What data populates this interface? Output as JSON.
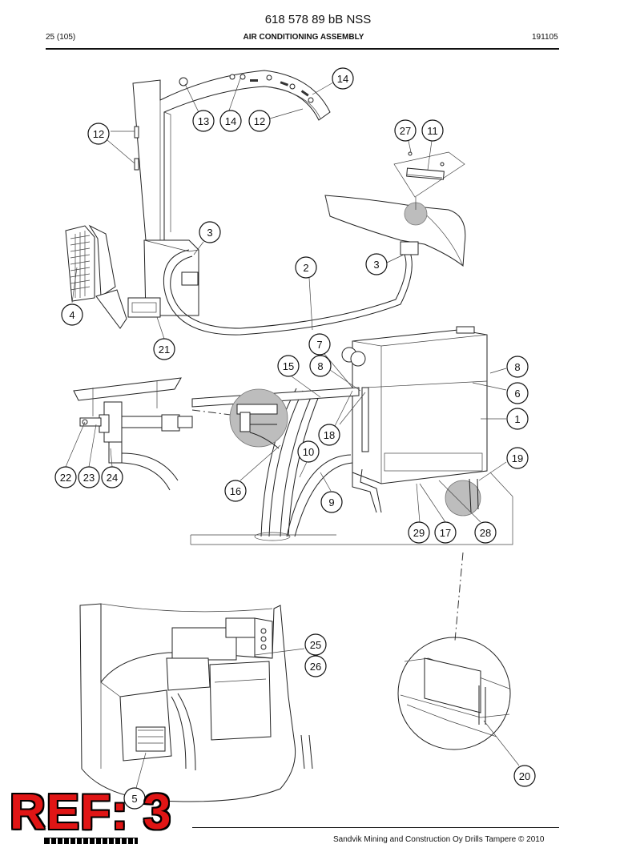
{
  "header": {
    "doc_id": "618 578 89 bB NSS",
    "page": "25 (105)",
    "title": "AIR CONDITIONING ASSEMBLY",
    "date_code": "191105"
  },
  "footer": {
    "text": "Sandvik Mining and Construction Oy Drills Tampere © 2010"
  },
  "stamp": {
    "text": "REF: 3",
    "color": "#e01515"
  },
  "callouts": [
    {
      "id": "c14a",
      "label": "14"
    },
    {
      "id": "c13",
      "label": "13"
    },
    {
      "id": "c14b",
      "label": "14"
    },
    {
      "id": "c12a",
      "label": "12"
    },
    {
      "id": "c12b",
      "label": "12"
    },
    {
      "id": "c27",
      "label": "27"
    },
    {
      "id": "c11",
      "label": "11"
    },
    {
      "id": "c3a",
      "label": "3"
    },
    {
      "id": "c3b",
      "label": "3"
    },
    {
      "id": "c2",
      "label": "2"
    },
    {
      "id": "c4",
      "label": "4"
    },
    {
      "id": "c21",
      "label": "21"
    },
    {
      "id": "c7",
      "label": "7"
    },
    {
      "id": "c15",
      "label": "15"
    },
    {
      "id": "c8a",
      "label": "8"
    },
    {
      "id": "c8b",
      "label": "8"
    },
    {
      "id": "c6",
      "label": "6"
    },
    {
      "id": "c1",
      "label": "1"
    },
    {
      "id": "c18",
      "label": "18"
    },
    {
      "id": "c10",
      "label": "10"
    },
    {
      "id": "c19",
      "label": "19"
    },
    {
      "id": "c22",
      "label": "22"
    },
    {
      "id": "c23",
      "label": "23"
    },
    {
      "id": "c24",
      "label": "24"
    },
    {
      "id": "c16",
      "label": "16"
    },
    {
      "id": "c9",
      "label": "9"
    },
    {
      "id": "c29",
      "label": "29"
    },
    {
      "id": "c17",
      "label": "17"
    },
    {
      "id": "c28",
      "label": "28"
    },
    {
      "id": "c25",
      "label": "25"
    },
    {
      "id": "c26",
      "label": "26"
    },
    {
      "id": "c20",
      "label": "20"
    },
    {
      "id": "c5",
      "label": "5"
    }
  ]
}
